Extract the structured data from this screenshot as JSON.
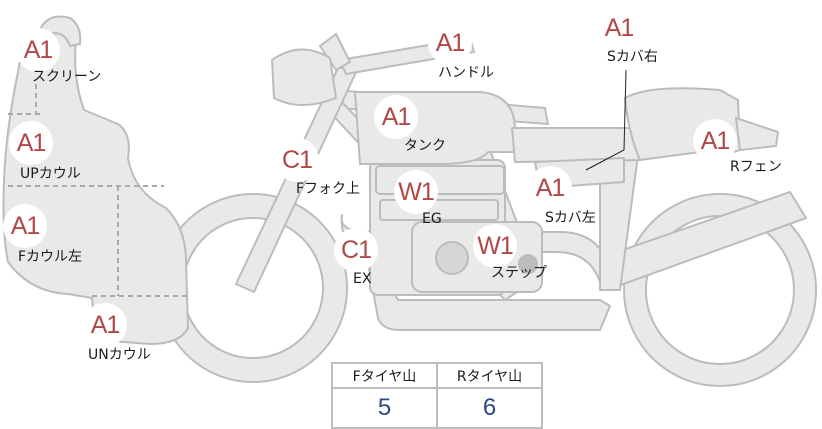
{
  "parts": [
    {
      "id": "screen",
      "grade": "A1",
      "label": "スクリーン"
    },
    {
      "id": "up-cowl",
      "grade": "A1",
      "label": "UPカウル"
    },
    {
      "id": "f-cowl-left",
      "grade": "A1",
      "label": "Fカウル左"
    },
    {
      "id": "un-cowl",
      "grade": "A1",
      "label": "UNカウル"
    },
    {
      "id": "f-fork-upper",
      "grade": "C1",
      "label": "Fフォク上"
    },
    {
      "id": "ex",
      "grade": "C1",
      "label": "EX"
    },
    {
      "id": "tank",
      "grade": "A1",
      "label": "タンク"
    },
    {
      "id": "handle",
      "grade": "A1",
      "label": "ハンドル"
    },
    {
      "id": "eg",
      "grade": "W1",
      "label": "EG"
    },
    {
      "id": "step",
      "grade": "W1",
      "label": "ステップ"
    },
    {
      "id": "s-cover-left",
      "grade": "A1",
      "label": "Sカバ左"
    },
    {
      "id": "s-cover-right",
      "grade": "A1",
      "label": "Sカバ右"
    },
    {
      "id": "r-fender",
      "grade": "A1",
      "label": "Rフェン"
    }
  ],
  "tires": {
    "front_label": "Fタイヤ山",
    "rear_label": "Rタイヤ山",
    "front_value": "5",
    "rear_value": "6"
  },
  "colors": {
    "body_fill": "#e9e9e7",
    "outline": "#bcbcba",
    "grade_text": "#b04848",
    "value_text": "#2b4a84"
  }
}
